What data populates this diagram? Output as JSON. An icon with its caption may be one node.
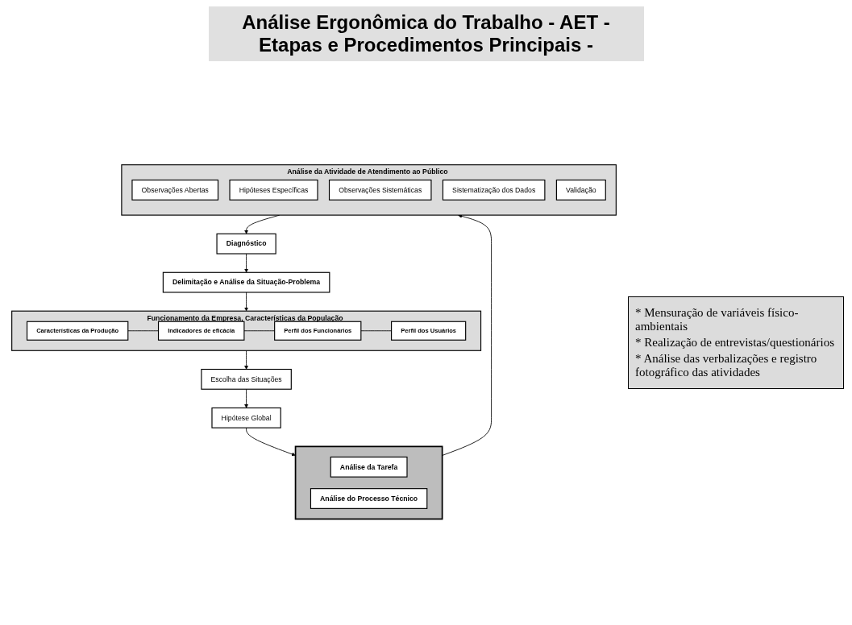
{
  "diagram": {
    "title": "Análise Ergonômica do Trabalho - AET - Etapas e Procedimentos Principais -",
    "nodes": [
      {
        "text": [
          "Delimitação e Análise da Situação-Problema"
        ]
      },
      {
        "text": [
          "Funcionamento da Empresa, Características da População"
        ]
      },
      {
        "text": [
          "Características da Produção"
        ],
        "in": 1
      },
      {
        "text": [
          "Indicadores de eficácia"
        ],
        "in": 1
      },
      {
        "text": [
          "Perfil dos Funcionários"
        ],
        "in": 1
      },
      {
        "text": [
          "Perfil dos Usuários"
        ],
        "in": 1
      },
      {
        "text": [
          "Escolha das Situações"
        ]
      },
      {
        "text": [
          "Hipótese Global"
        ]
      },
      {
        "text": [],
        "shape": "box"
      },
      {
        "text": [
          "Análise da Tarefa"
        ],
        "in": 8
      },
      {
        "text": [
          "Análise do Processo Técnico"
        ],
        "in": 8
      },
      {
        "text": [
          "Análise da Atividade de Atendimento ao Público"
        ]
      },
      {
        "text": [
          "Observações Abertas"
        ],
        "in": 11
      },
      {
        "text": [
          "Hipóteses Específicas"
        ],
        "in": 11
      },
      {
        "text": [
          "Observações Sistemáticas"
        ],
        "in": 11
      },
      {
        "text": [
          "Sistematização dos Dados"
        ],
        "in": 11
      },
      {
        "text": [
          "Validação"
        ],
        "in": 11
      },
      {
        "text": [
          "Diagnóstico"
        ]
      }
    ],
    "edges": [
      {
        "from": 0,
        "to": 1,
        "arrow": "to"
      },
      {
        "from": 2,
        "to": 3,
        "arrow": "none"
      },
      {
        "from": 3,
        "to": 4,
        "arrow": "none"
      },
      {
        "from": 4,
        "to": 5,
        "arrow": "none"
      },
      {
        "from": 1,
        "to": 6,
        "arrow": "to"
      },
      {
        "from": 6,
        "to": 7,
        "arrow": "to"
      },
      {
        "from": 7,
        "to": 8,
        "arrow": "to"
      },
      {
        "from": 8,
        "to": 11,
        "arrow": "to"
      },
      {
        "from": 11,
        "to": 17,
        "arrow": "to"
      },
      {
        "from": 17,
        "to": 0,
        "arrow": "to"
      }
    ],
    "labels": [
      "* Mensuração de variáveis físico-ambientais",
      "* Realização de entrevistas/questionários",
      "* Análise das verbalizações e registro fotográfico das atividades"
    ]
  }
}
